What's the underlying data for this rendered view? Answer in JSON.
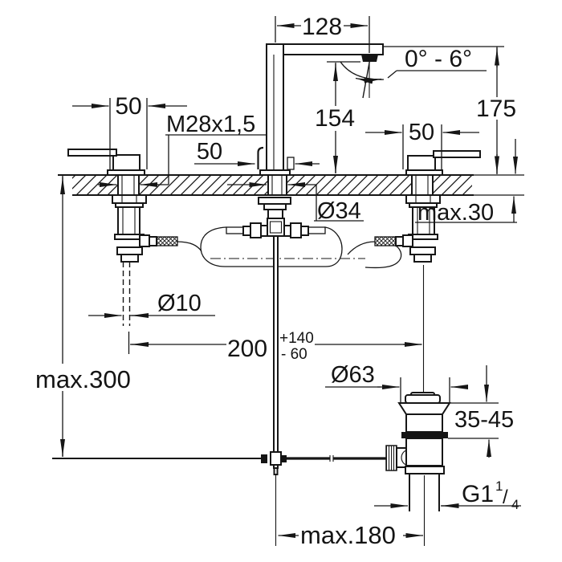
{
  "drawing": {
    "title": "basin mixer installation dimensional drawing",
    "labels": {
      "spout_reach": "128",
      "swivel_range": "0° - 6°",
      "height_to_spout_top": "175",
      "left_hole_dim": "50",
      "thread_spec": "M28x1,5",
      "rod_offset_dim": "50",
      "right_hole_dim": "50",
      "spout_outlet_height": "154",
      "shank_diameter": "Ø34",
      "max_counter_thickness": "max.30",
      "stud_diameter": "Ø10",
      "hole_spacing": "200",
      "hole_spacing_tol_plus": "+140",
      "hole_spacing_tol_minus": "- 60",
      "max_height_below_counter": "max.300",
      "waste_flange_diameter": "Ø63",
      "basin_thickness_range": "35-45",
      "waste_thread_base": "G1",
      "waste_thread_numerator": "1",
      "waste_thread_slash": "/",
      "waste_thread_denominator": "4",
      "max_rod_distance": "max.180"
    },
    "colors": {
      "line": "#161616",
      "background": "#ffffff"
    }
  }
}
